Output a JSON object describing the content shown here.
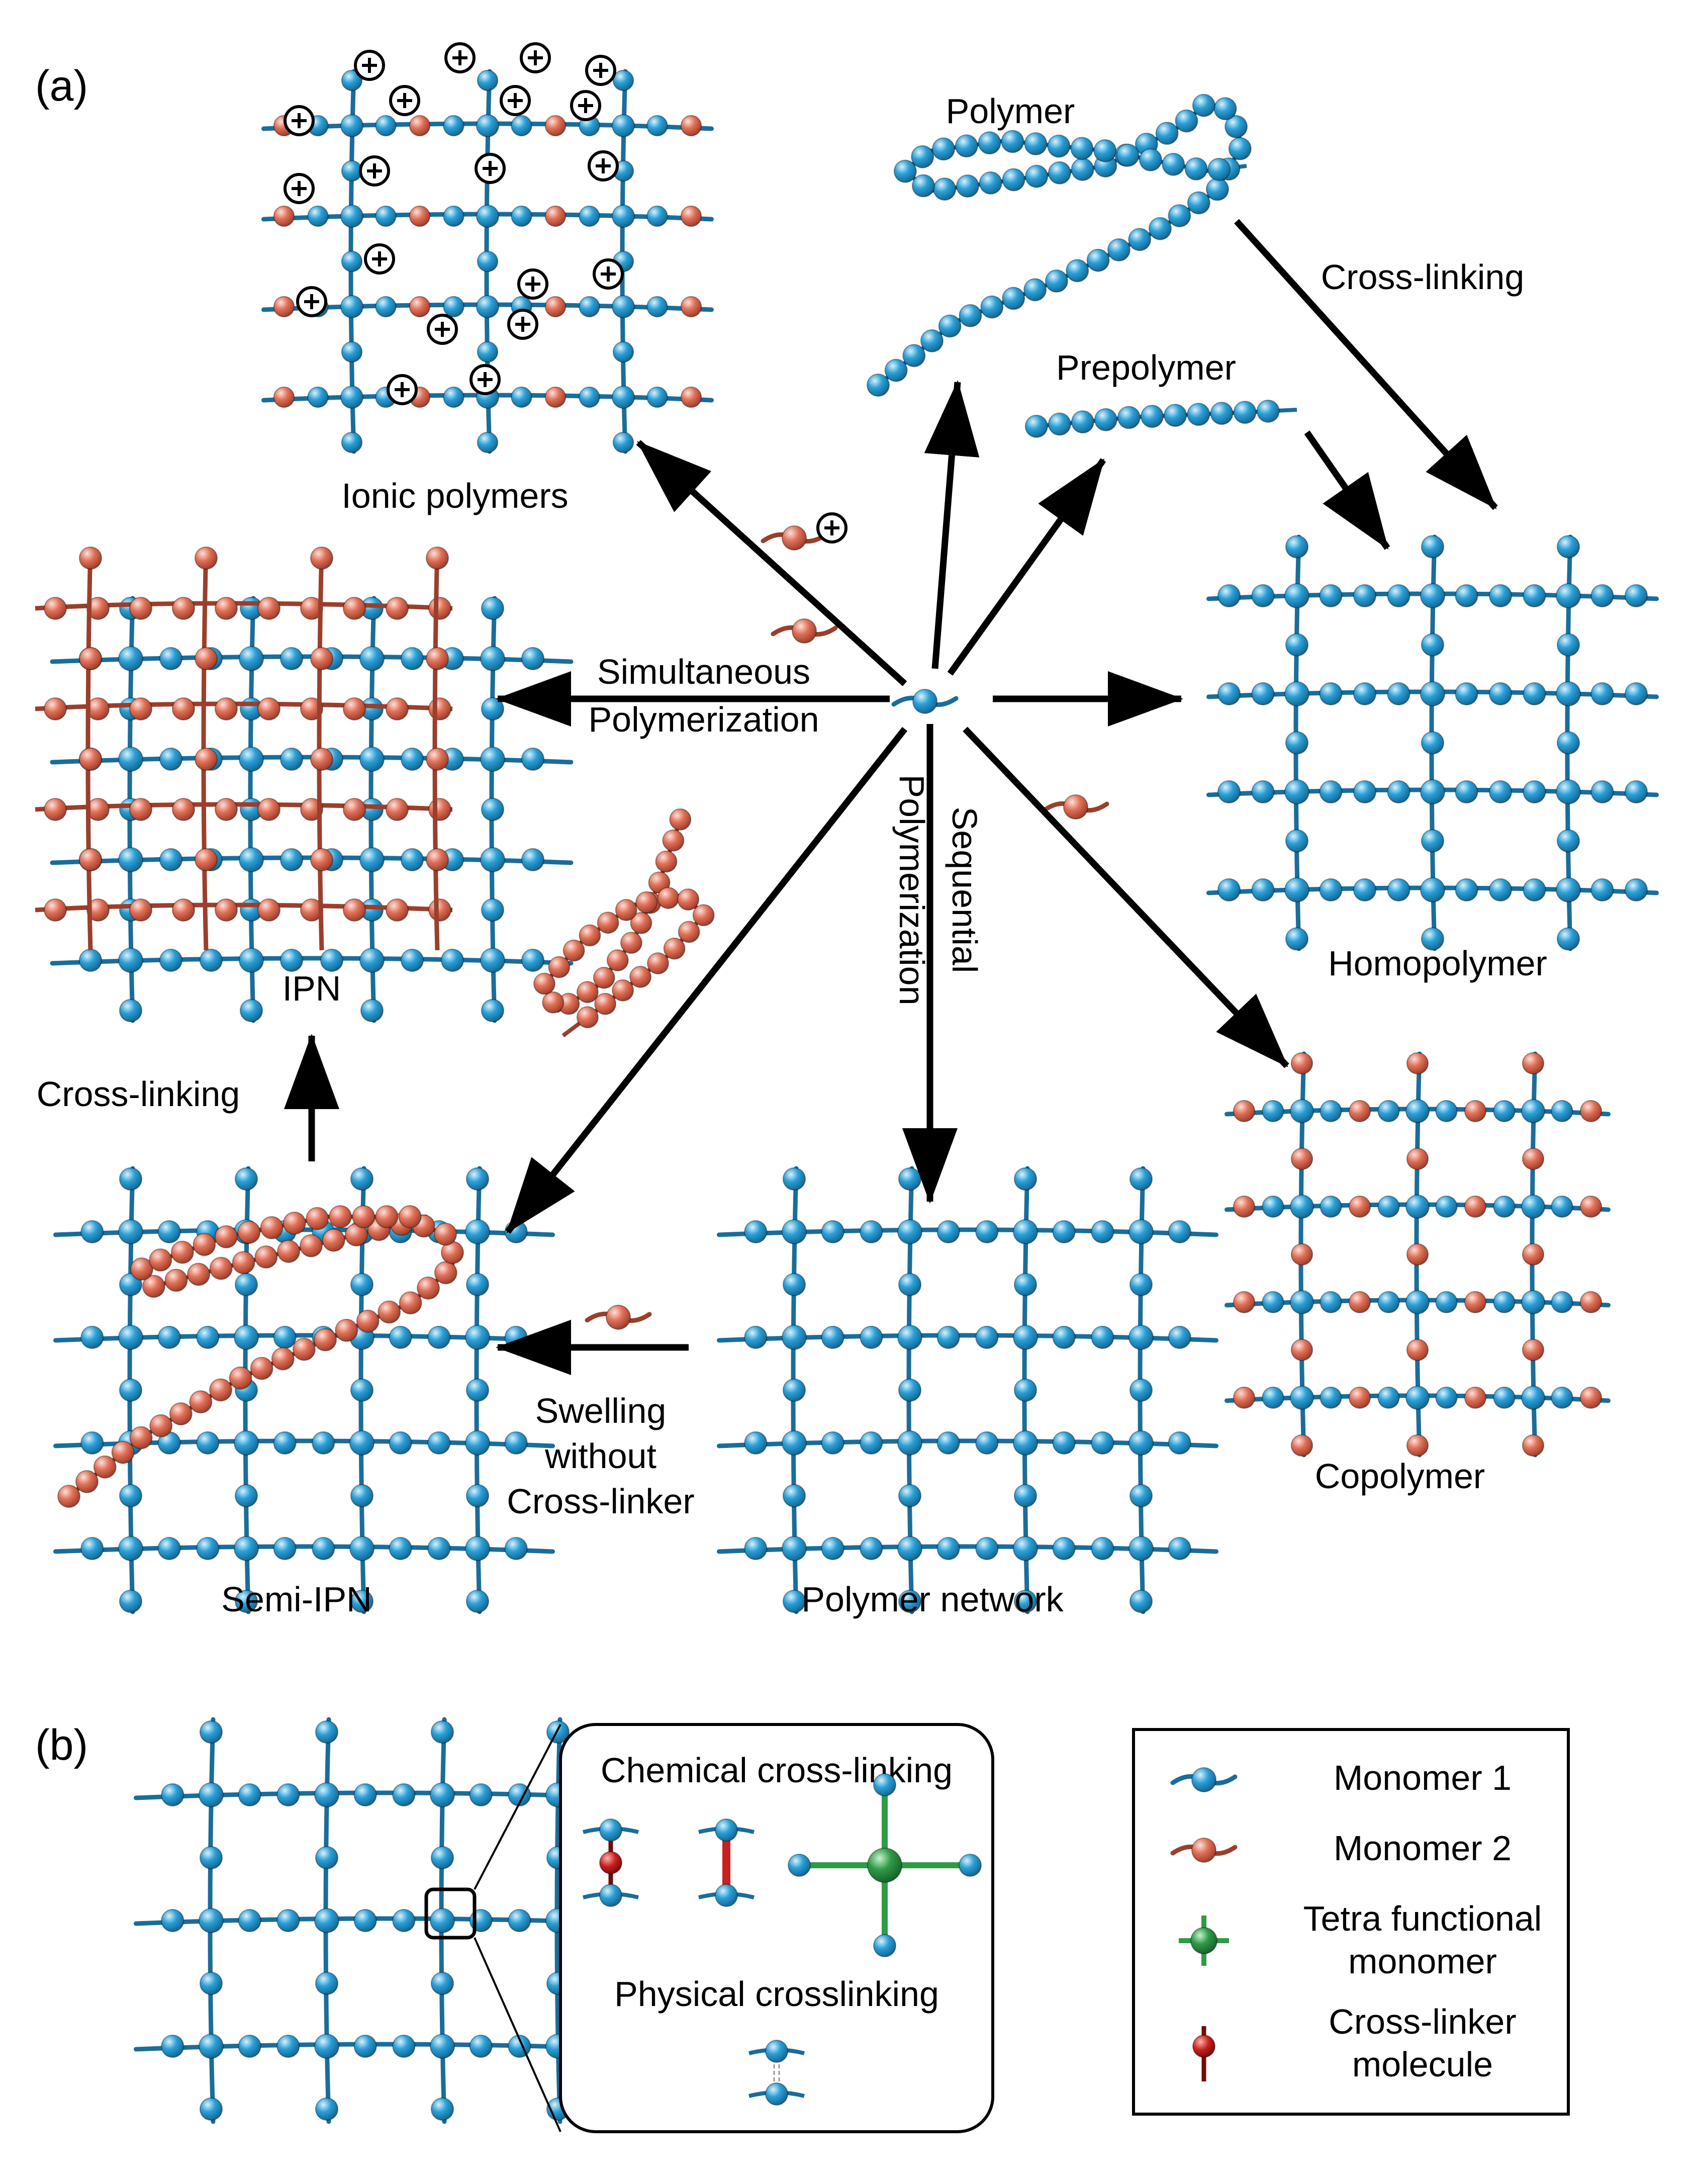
{
  "panel_a": {
    "letter": "(a)",
    "nodes": {
      "ionic": "Ionic polymers",
      "polymer": "Polymer",
      "prepolymer": "Prepolymer",
      "homopolymer": "Homopolymer",
      "copolymer": "Copolymer",
      "ipn": "IPN",
      "semi_ipn": "Semi-IPN",
      "network": "Polymer network"
    },
    "edges": {
      "crosslink_right": "Cross-linking",
      "crosslink_left": "Cross-linking",
      "simultaneous_1": "Simultaneous",
      "simultaneous_2": "Polymerization",
      "sequential_1": "Sequential",
      "sequential_2": "Polymerization",
      "swelling_1": "Swelling",
      "swelling_2": "without",
      "swelling_3": "Cross-linker"
    }
  },
  "panel_b": {
    "letter": "(b)",
    "inset": {
      "chemical": "Chemical cross-linking",
      "physical": "Physical crosslinking"
    },
    "legend": [
      {
        "label_1": "Monomer 1",
        "label_2": "",
        "color": "#2a9fd6"
      },
      {
        "label_1": "Monomer 2",
        "label_2": "",
        "color": "#e07058"
      },
      {
        "label_1": "Tetra functional",
        "label_2": "monomer",
        "color": "#2f9a48"
      },
      {
        "label_1": "Cross-linker",
        "label_2": "molecule",
        "color": "#c8201e"
      }
    ]
  },
  "colors": {
    "monomer1": "#2a9fd6",
    "monomer1_dark": "#1a6d9a",
    "monomer2": "#e07058",
    "monomer2_dark": "#9a3f2c",
    "tetra": "#2f9a48",
    "crosslinker": "#c8201e"
  }
}
